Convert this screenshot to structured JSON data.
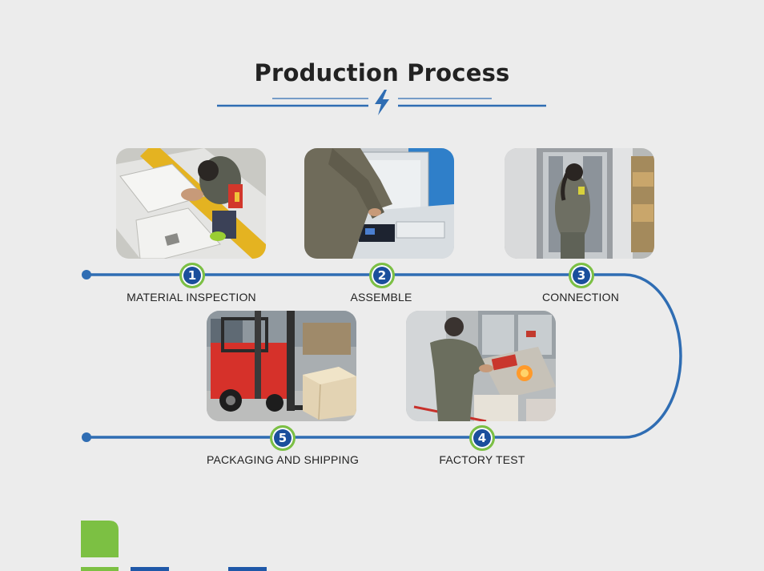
{
  "header": {
    "title": "Production Process"
  },
  "steps": [
    {
      "number": "1",
      "label": "MATERIAL INSPECTION"
    },
    {
      "number": "2",
      "label": "ASSEMBLE"
    },
    {
      "number": "3",
      "label": "CONNECTION"
    },
    {
      "number": "4",
      "label": "FACTORY TEST"
    },
    {
      "number": "5",
      "label": "PACKAGING AND SHIPPING"
    }
  ],
  "colors": {
    "line": "#2f6db3",
    "badge": "#1b4f9c",
    "badge_ring": "#7cc043",
    "accent_green": "#7cc043",
    "accent_blue": "#1f58a8"
  },
  "icons": {
    "divider": "lightning-bolt-icon"
  }
}
